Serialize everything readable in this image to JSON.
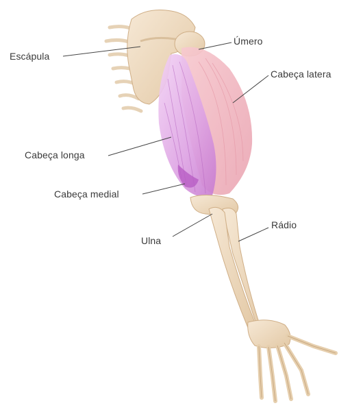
{
  "labels": {
    "escapula": "Escápula",
    "umero": "Úmero",
    "cabeca_lateral": "Cabeça latera",
    "cabeca_longa": "Cabeça longa",
    "cabeca_medial": "Cabeça medial",
    "ulna": "Ulna",
    "radio": "Rádio"
  },
  "colors": {
    "bone": "#f3e2cc",
    "bone_shadow": "#d9bf9c",
    "muscle_long": "#e6b3ea",
    "muscle_lateral": "#f0b9c2",
    "leader_line": "#444444"
  }
}
